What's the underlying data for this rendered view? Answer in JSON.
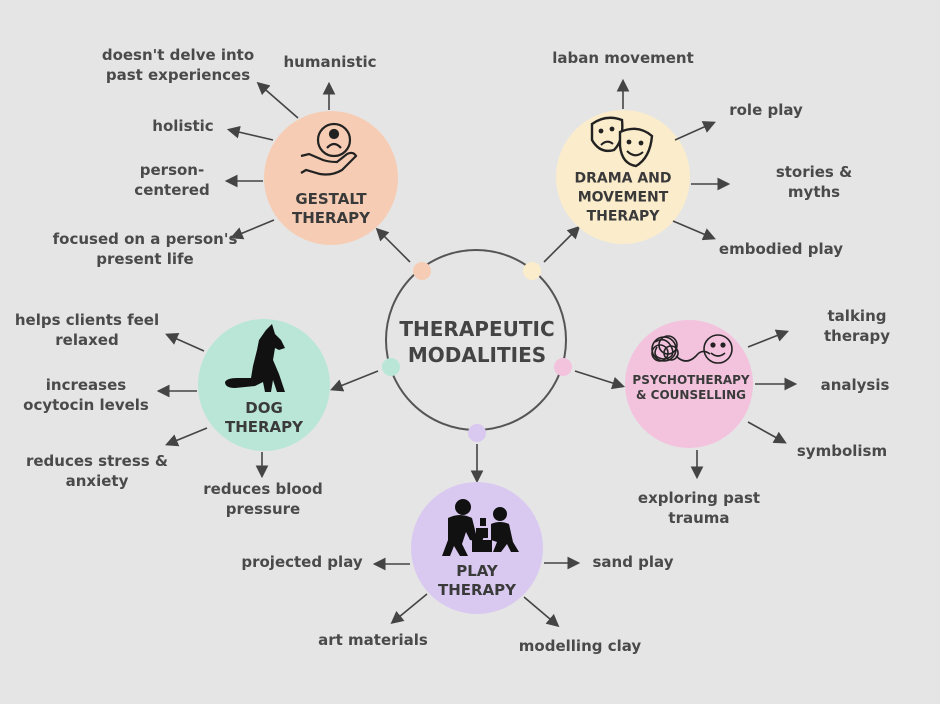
{
  "center": {
    "title": "THERAPEUTIC\nMODALITIES"
  },
  "colors": {
    "background": "#e5e5e5",
    "gestalt": "#f6cdb4",
    "drama": "#fbeccb",
    "psycho": "#f3c3de",
    "play": "#d9c9f0",
    "dog": "#b9e6d7",
    "arrow": "#444444"
  },
  "nodes": {
    "gestalt": {
      "title": "GESTALT\nTHERAPY",
      "icon": "person-in-hand-icon",
      "items": [
        "doesn't delve into\npast experiences",
        "humanistic",
        "holistic",
        "person-\ncentered",
        "focused on a person's\npresent life"
      ]
    },
    "drama": {
      "title": "DRAMA AND\nMOVEMENT\nTHERAPY",
      "icon": "theatre-masks-icon",
      "items": [
        "laban movement",
        "role play",
        "stories & myths",
        "embodied play"
      ]
    },
    "psycho": {
      "title": "PSYCHOTHERAPY\n& COUNSELLING",
      "icon": "tangle-to-smile-icon",
      "items": [
        "talking therapy",
        "analysis",
        "symbolism",
        "exploring past\ntrauma"
      ]
    },
    "play": {
      "title": "PLAY\nTHERAPY",
      "icon": "children-playing-icon",
      "items": [
        "projected play",
        "sand play",
        "art materials",
        "modelling clay"
      ]
    },
    "dog": {
      "title": "DOG\nTHERAPY",
      "icon": "dog-silhouette-icon",
      "items": [
        "helps clients feel\nrelaxed",
        "increases\nocytocin levels",
        "reduces stress &\nanxiety",
        "reduces blood\npressure"
      ]
    }
  }
}
